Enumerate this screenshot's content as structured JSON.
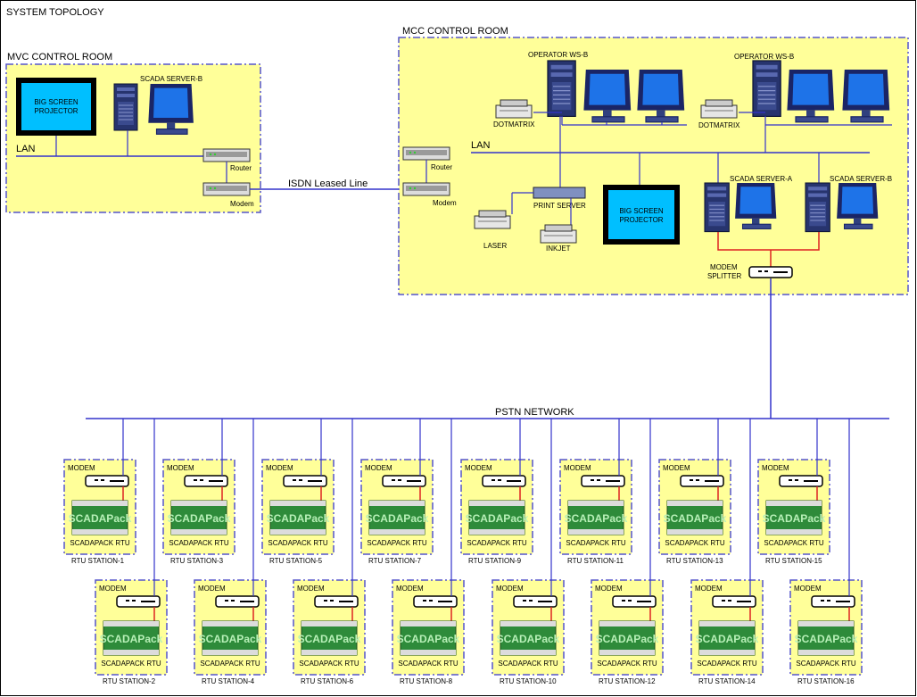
{
  "title": "SYSTEM TOPOLOGY",
  "mvc": {
    "title": "MVC CONTROL ROOM",
    "projector_line1": "BIG SCREEN",
    "projector_line2": "PROJECTOR",
    "server": "SCADA SERVER-B",
    "lan": "LAN",
    "router": "Router",
    "modem": "Modem"
  },
  "isdn": "ISDN Leased Line",
  "mcc": {
    "title": "MCC CONTROL ROOM",
    "ws_a": "OPERATOR WS-B",
    "ws_b": "OPERATOR WS-B",
    "dotmatrix_a": "DOTMATRIX",
    "dotmatrix_b": "DOTMATRIX",
    "lan": "LAN",
    "router": "Router",
    "modem": "Modem",
    "print_server": "PRINT SERVER",
    "laser": "LASER",
    "inkjet": "INKJET",
    "projector_line1": "BIG SCREEN",
    "projector_line2": "PROJECTOR",
    "server_a": "SCADA SERVER-A",
    "server_b": "SCADA SERVER-B",
    "splitter_line1": "MODEM",
    "splitter_line2": "SPLITTER"
  },
  "pstn": "PSTN NETWORK",
  "rtu_modem_label": "MODEM",
  "rtu_device_label": "SCADAPACK RTU",
  "rtu_logo": "SCADAPack",
  "stations": [
    "RTU STATION-1",
    "RTU STATION-2",
    "RTU STATION-3",
    "RTU STATION-4",
    "RTU STATION-5",
    "RTU STATION-6",
    "RTU STATION-7",
    "RTU STATION-8",
    "RTU STATION-9",
    "RTU STATION-10",
    "RTU STATION-11",
    "RTU STATION-12",
    "RTU STATION-13",
    "RTU STATION-14",
    "RTU STATION-15",
    "RTU STATION-16"
  ],
  "colors": {
    "room_fill": "#ffff99",
    "room_border": "#5555cc",
    "network_line": "#3333cc",
    "serial_line": "#dd2222",
    "projector_screen": "#00bfff",
    "monitor_screen": "#1e73e8",
    "rtu_green": "#2e8b3a"
  }
}
